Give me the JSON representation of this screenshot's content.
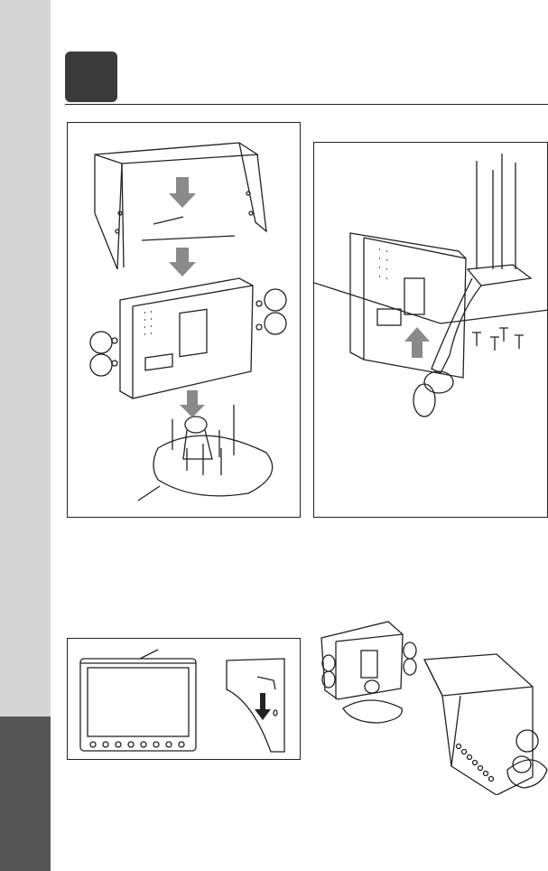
{
  "page": {
    "step_number": "",
    "section_label": ""
  },
  "colors": {
    "side_strip": "#d6d6d6",
    "side_tab": "#565656",
    "badge": "#3a3a3a",
    "arrow": "#8a8a8a",
    "line": "#222222"
  },
  "figures": [
    {
      "id": "sunshade-bracket-assembly",
      "icon": "exploded-diagram"
    },
    {
      "id": "bracket-mount-assembly",
      "icon": "exploded-diagram"
    },
    {
      "id": "sunshade-front-view",
      "icon": "front-view-diagram"
    },
    {
      "id": "assembled-monitors",
      "icon": "perspective-diagram"
    }
  ]
}
